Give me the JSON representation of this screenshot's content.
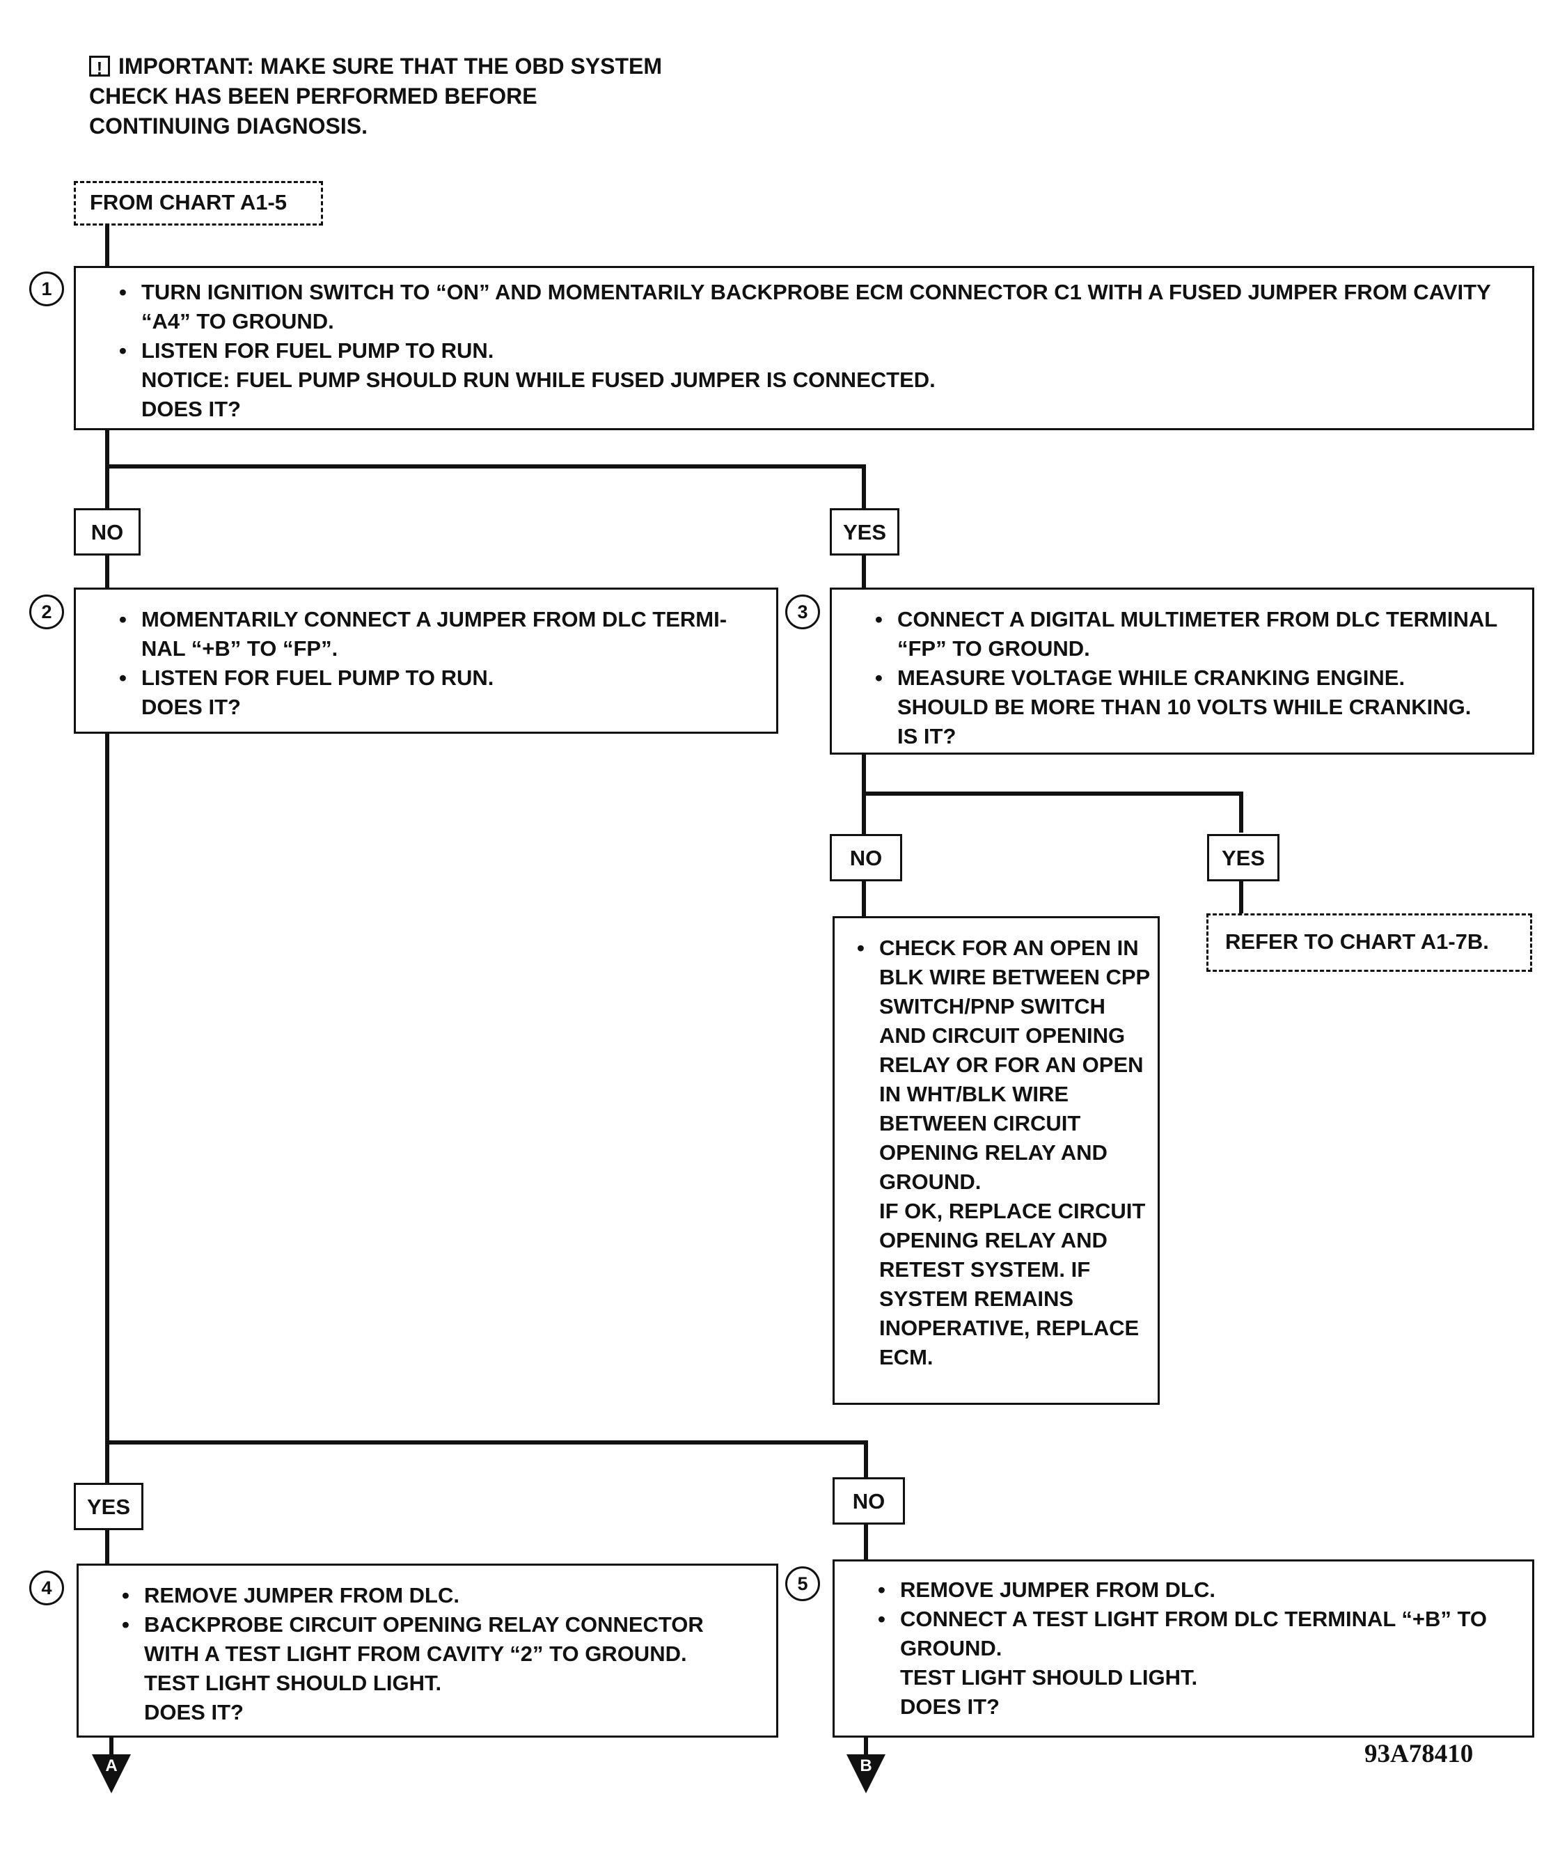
{
  "important": {
    "icon": "important-info-icon",
    "lines": [
      "IMPORTANT:  MAKE SURE THAT THE OBD SYSTEM",
      "CHECK HAS BEEN PERFORMED BEFORE",
      "CONTINUING DIAGNOSIS."
    ]
  },
  "start": {
    "label": "FROM CHART A1-5"
  },
  "steps": {
    "s1": {
      "number": "1",
      "bullets": [
        "TURN IGNITION SWITCH TO “ON” AND MOMENTARILY BACKPROBE ECM CONNECTOR C1 WITH A FUSED JUMPER FROM CAVITY “A4” TO GROUND.",
        "LISTEN FOR FUEL PUMP TO RUN."
      ],
      "notes": [
        "NOTICE: FUEL PUMP SHOULD RUN WHILE FUSED JUMPER IS CONNECTED.",
        "DOES IT?"
      ]
    },
    "s2": {
      "number": "2",
      "bullets": [
        "MOMENTARILY CONNECT A JUMPER FROM DLC TERMI-NAL “+B” TO “FP”.",
        "LISTEN FOR FUEL PUMP TO RUN."
      ],
      "notes": [
        "DOES IT?"
      ]
    },
    "s3": {
      "number": "3",
      "bullets": [
        "CONNECT A DIGITAL MULTIMETER FROM DLC TERMINAL “FP” TO GROUND.",
        "MEASURE VOLTAGE WHILE CRANKING ENGINE."
      ],
      "notes": [
        "SHOULD BE MORE THAN 10 VOLTS WHILE CRANKING.",
        "IS IT?"
      ]
    },
    "s4": {
      "number": "4",
      "bullets": [
        "REMOVE JUMPER FROM DLC.",
        "BACKPROBE CIRCUIT OPENING RELAY CONNECTOR WITH A TEST LIGHT FROM CAVITY “2” TO GROUND."
      ],
      "notes": [
        "TEST LIGHT SHOULD LIGHT.",
        "DOES IT?"
      ]
    },
    "s5": {
      "number": "5",
      "bullets": [
        "REMOVE JUMPER FROM DLC.",
        "CONNECT A TEST LIGHT FROM DLC TERMINAL “+B” TO GROUND."
      ],
      "notes": [
        "TEST LIGHT SHOULD LIGHT.",
        "DOES IT?"
      ]
    }
  },
  "check_open": {
    "bullet": "CHECK FOR AN OPEN IN BLK WIRE BETWEEN CPP SWITCH/PNP SWITCH AND CIRCUIT OPENING RELAY OR FOR AN OPEN IN WHT/BLK WIRE BETWEEN CIRCUIT OPENING RELAY AND GROUND.",
    "note": "IF OK, REPLACE CIRCUIT OPENING RELAY AND RETEST SYSTEM. IF SYSTEM REMAINS INOPERATIVE, REPLACE ECM."
  },
  "refer": {
    "label": "REFER TO CHART A1-7B."
  },
  "branches": {
    "s1_no": "NO",
    "s1_yes": "YES",
    "s3_no": "NO",
    "s3_yes": "YES",
    "s2_yes": "YES",
    "s2_no": "NO"
  },
  "connectors": {
    "a": "A",
    "b": "B"
  },
  "figure_id": "93A78410"
}
